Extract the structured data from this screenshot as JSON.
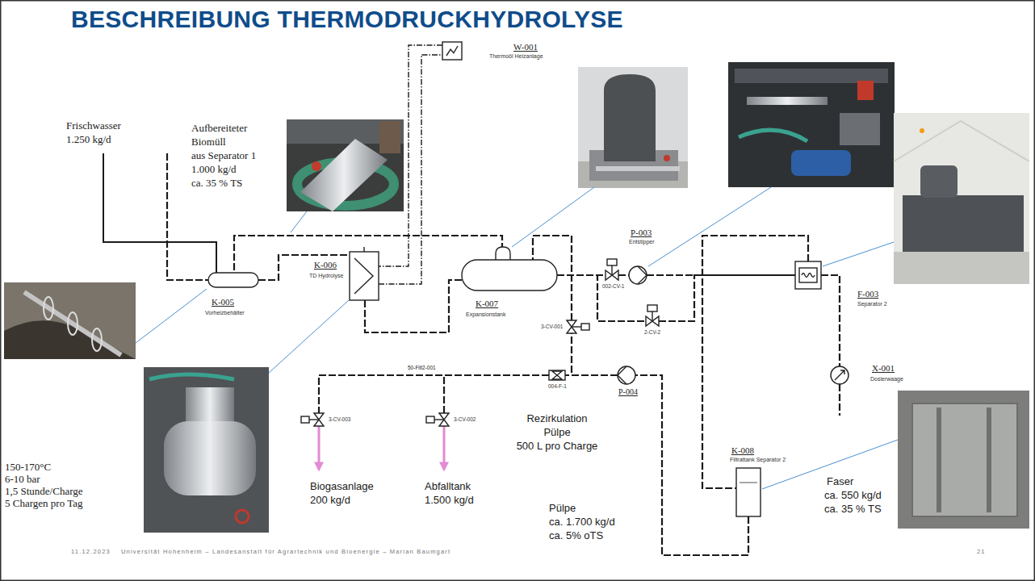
{
  "diagram": {
    "title": "BESCHREIBUNG THERMODRUCKHYDROLYSE",
    "nodes": [
      {
        "text": [
          "W-001",
          "Thermoöl Heizanlage"
        ]
      },
      {
        "text": [
          "K-005",
          "Vorheizbehälter"
        ]
      },
      {
        "text": [
          "K-006",
          "TD Hydrolyse"
        ]
      },
      {
        "text": [
          "K-007",
          "Expansionstank"
        ]
      },
      {
        "text": [
          "P-003",
          "Entstipper"
        ]
      },
      {
        "text": [
          "002-CV-1"
        ]
      },
      {
        "text": [
          "2-CV-2"
        ]
      },
      {
        "text": [
          "F-003",
          "Separator 2"
        ]
      },
      {
        "text": [
          "3-CV-001"
        ]
      },
      {
        "text": [
          "004-F-1"
        ]
      },
      {
        "text": [
          "P-004"
        ]
      },
      {
        "text": [
          "X-001",
          "Dosierwaage"
        ]
      },
      {
        "text": [
          "3-CV-003"
        ]
      },
      {
        "text": [
          "3-CV-002"
        ]
      },
      {
        "text": [
          "K-008",
          "Filtrattank Separator 2"
        ]
      }
    ],
    "edges": [
      {
        "from": 0,
        "to": 2,
        "arrow": "none"
      },
      {
        "from": 2,
        "to": 0,
        "arrow": "none"
      },
      {
        "from": 1,
        "to": 2,
        "arrow": "none"
      },
      {
        "from": 2,
        "to": 3,
        "arrow": "none"
      },
      {
        "from": 3,
        "to": 1,
        "arrow": "none"
      },
      {
        "from": 3,
        "to": 5,
        "arrow": "none"
      },
      {
        "from": 5,
        "to": 4,
        "arrow": "none"
      },
      {
        "from": 4,
        "to": 7,
        "arrow": "none"
      },
      {
        "from": 3,
        "to": 6,
        "arrow": "none"
      },
      {
        "from": 6,
        "to": 7,
        "arrow": "none"
      },
      {
        "from": 7,
        "to": 11,
        "arrow": "none"
      },
      {
        "from": 7,
        "to": 14,
        "arrow": "none"
      },
      {
        "from": 14,
        "to": 10,
        "arrow": "none"
      },
      {
        "from": 10,
        "to": 9,
        "arrow": "none"
      },
      {
        "from": 10,
        "to": 8,
        "arrow": "none"
      },
      {
        "from": 8,
        "to": 3,
        "arrow": "none"
      },
      {
        "from": 9,
        "to": 13,
        "arrow": "none"
      },
      {
        "from": 9,
        "to": 12,
        "arrow": "none"
      }
    ],
    "labels": [
      "Frischwasser",
      "1.250 kg/d",
      "Aufbereiteter",
      "Biomüll",
      "aus Separator 1",
      "1.000 kg/d",
      "ca. 35 % TS",
      "150-170°C",
      "6-10 bar",
      "1,5 Stunde/Charge",
      "5 Chargen pro Tag",
      "50-Filt2-001",
      "Rezirkulation",
      "Pülpe",
      "500 L pro Charge",
      "Biogasanlage",
      "200 kg/d",
      "Abfalltank",
      "1.500 kg/d",
      "Pülpe",
      "ca. 1.700 kg/d",
      "ca. 5% oTS",
      "Faser",
      "ca. 550 kg/d",
      "ca. 35 % TS",
      "11.12.2023",
      "Universität Hohenheim – Landesanstalt für Agrartechnik und Bioenergie – Marian Baumgart",
      "21"
    ]
  }
}
